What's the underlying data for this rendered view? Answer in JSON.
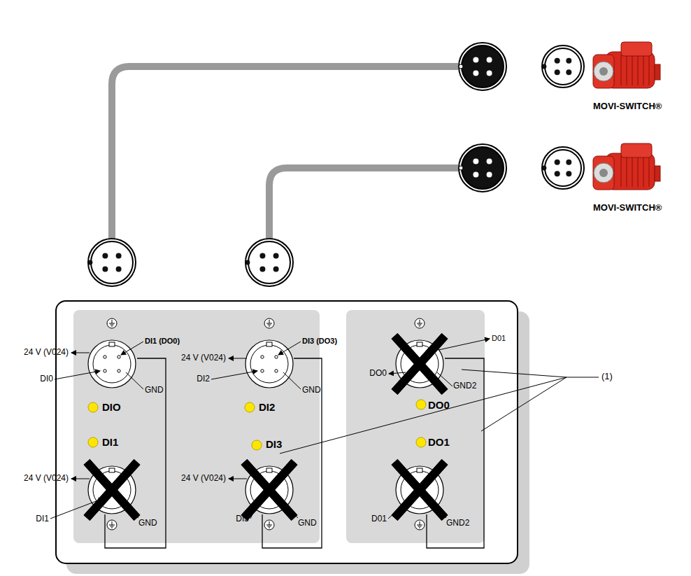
{
  "diagram": {
    "labels": [
      "DI1 (DO0)",
      "24 V (V024)",
      "DI0",
      "GND",
      "DIO",
      "DI3 (DO3)",
      "24 V (V024)",
      "DI2",
      "DI2",
      "GND",
      "D01",
      "DO0",
      "DO0",
      "GND2",
      "(1)",
      "DI1",
      "24 V (V024)",
      "DI1",
      "GND",
      "DI3",
      "24 V (V024)",
      "DI3",
      "GND",
      "DO1",
      "D01",
      "GND2",
      "MOVI-SWITCH®",
      "MOVI-SWITCH®"
    ]
  }
}
